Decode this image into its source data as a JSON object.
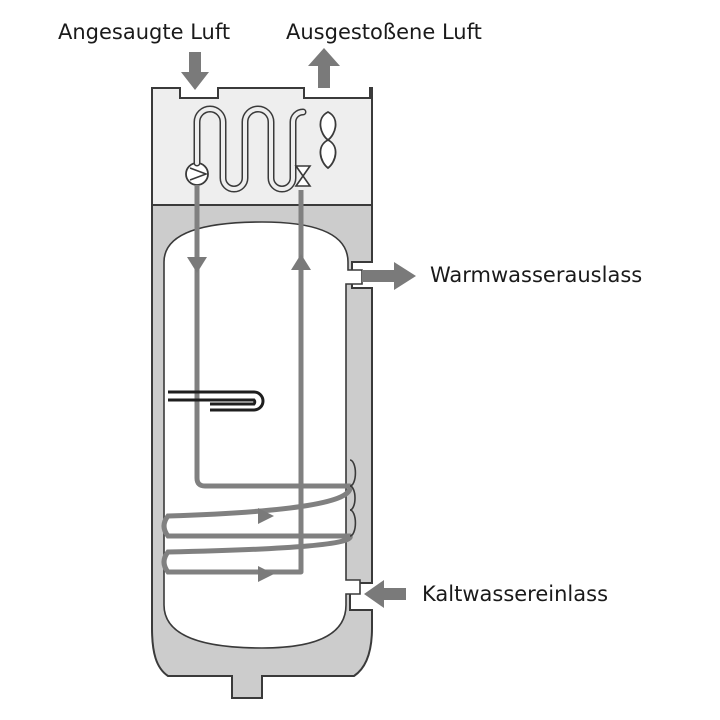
{
  "labels": {
    "air_intake": "Angesaugte Luft",
    "air_exhaust": "Ausgestoßene Luft",
    "hot_water_outlet": "Warmwasserauslass",
    "cold_water_inlet": "Kaltwassereinlass"
  },
  "colors": {
    "housing": "#cccccc",
    "head_unit": "#eeeeee",
    "outline": "#3a3a3a",
    "pipe": "#808080",
    "arrow": "#7a7a7a",
    "heater": "#1e1e1e"
  }
}
